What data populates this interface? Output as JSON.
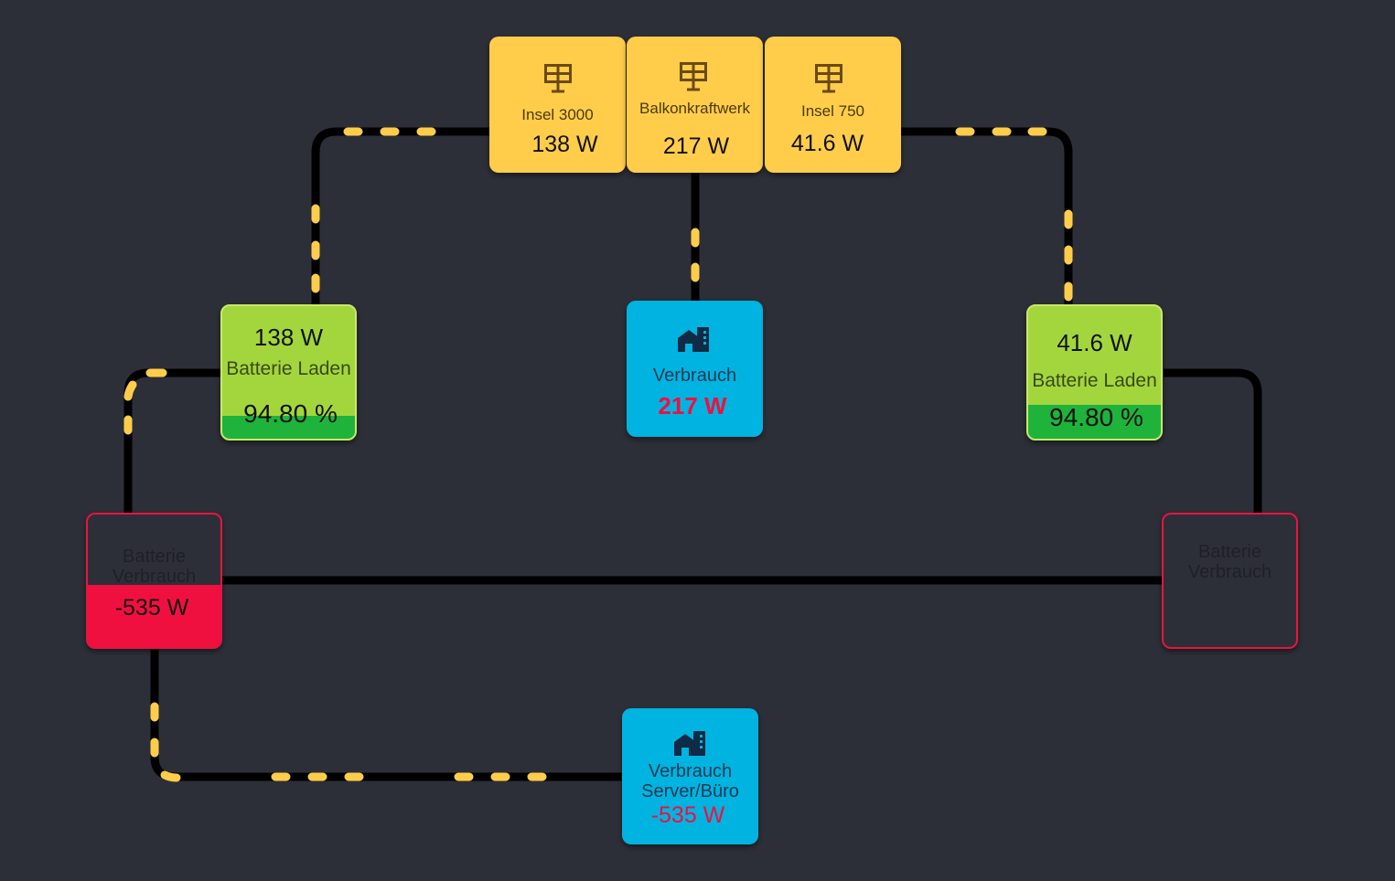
{
  "solar": [
    {
      "label": "Insel 3000",
      "value": "138 W",
      "icon": "solar-panel-icon"
    },
    {
      "label": "Balkonkraftwerk",
      "value": "217 W",
      "icon": "solar-panel-icon"
    },
    {
      "label": "Insel 750",
      "value": "41.6 W",
      "icon": "solar-panel-icon"
    }
  ],
  "battery_left": {
    "power": "138 W",
    "label": "Batterie Laden",
    "soc": "94.80 %",
    "soc_fraction": 0.948
  },
  "battery_right": {
    "power": "41.6 W",
    "label": "Batterie Laden",
    "soc": "94.80 %",
    "soc_fraction": 0.948
  },
  "consumption_main": {
    "label": "Verbrauch",
    "value": "217 W",
    "icon": "home-building-icon"
  },
  "battery_use_left": {
    "label": "Batterie Verbrauch",
    "value": "-535 W"
  },
  "battery_use_right": {
    "label": "Batterie Verbrauch"
  },
  "consumption_server": {
    "label": "Verbrauch Server/Büro",
    "value": "-535 W",
    "icon": "home-building-icon"
  },
  "colors": {
    "background": "#2d2f38",
    "solar": "#ffcd4a",
    "battery": "#a3d63d",
    "battery_soc": "#1fb33c",
    "consumption": "#00b3e0",
    "battery_use": "#f0103f",
    "line": "#000000",
    "flow_dash": "#ffcd4a",
    "negative_value": "#f0103f"
  }
}
